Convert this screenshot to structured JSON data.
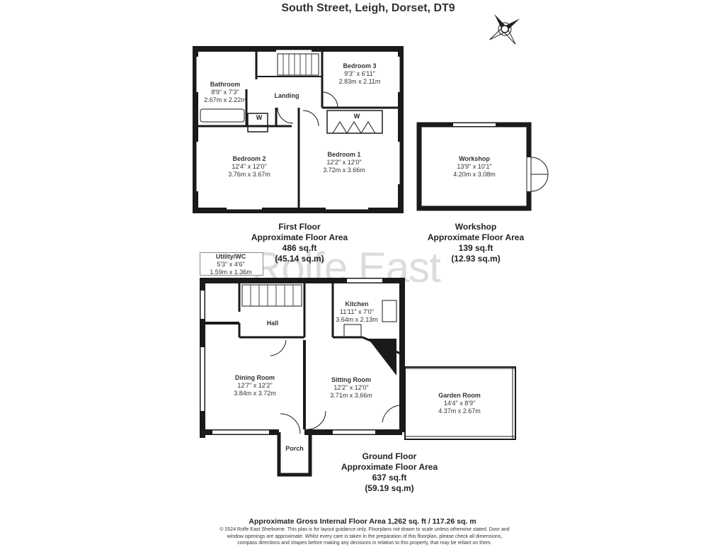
{
  "title": "South Street, Leigh, Dorset, DT9",
  "watermark": "Rolfe East",
  "rooms": {
    "bathroom": {
      "name": "Bathroom",
      "imperial": "8'9\" x 7'3\"",
      "metric": "2.67m x 2.22m"
    },
    "landing": {
      "name": "Landing"
    },
    "bedroom3": {
      "name": "Bedroom 3",
      "imperial": "9'3\" x 6'11\"",
      "metric": "2.83m x 2.11m"
    },
    "bedroom2": {
      "name": "Bedroom 2",
      "imperial": "12'4\" x 12'0\"",
      "metric": "3.76m x 3.67m"
    },
    "bedroom1": {
      "name": "Bedroom 1",
      "imperial": "12'2\" x 12'0\"",
      "metric": "3.72m x 3.66m"
    },
    "workshop": {
      "name": "Workshop",
      "imperial": "13'9\" x 10'1\"",
      "metric": "4.20m x 3.08m"
    },
    "utility": {
      "name": "Utility/WC",
      "imperial": "5'3\" x 4'6\"",
      "metric": "1.59m x 1.36m"
    },
    "hall": {
      "name": "Hall"
    },
    "kitchen": {
      "name": "Kitchen",
      "imperial": "11'11\" x 7'0\"",
      "metric": "3.64m x 2.13m"
    },
    "dining": {
      "name": "Dining Room",
      "imperial": "12'7\" x 12'2\"",
      "metric": "3.84m x 3.72m"
    },
    "sitting": {
      "name": "Sitting Room",
      "imperial": "12'2\" x 12'0\"",
      "metric": "3.71m x 3.66m"
    },
    "garden": {
      "name": "Garden Room",
      "imperial": "14'4\" x 8'9\"",
      "metric": "4.37m x 2.67m"
    },
    "porch": {
      "name": "Porch"
    }
  },
  "wardrobe_label": "W",
  "areas": {
    "first": {
      "line1": "First Floor",
      "line2": "Approximate Floor Area",
      "line3": "486 sq.ft",
      "line4": "(45.14 sq.m)"
    },
    "workshop": {
      "line1": "Workshop",
      "line2": "Approximate Floor Area",
      "line3": "139 sq.ft",
      "line4": "(12.93 sq.m)"
    },
    "ground": {
      "line1": "Ground Floor",
      "line2": "Approximate Floor Area",
      "line3": "637 sq.ft",
      "line4": "(59.19 sq.m)"
    }
  },
  "gross": "Approximate Gross Internal Floor Area 1,262 sq. ft / 117.26 sq. m",
  "disclaimer": "© 2024 Rolfe East Sherborne. This plan is for layout guidance only. Floorplans not drawn to scale unless otherwise stated. Door and window openings are approximate. Whilst every care is taken in the preparation of this floorplan, please check all dimensions, compass directions and shapes before making any decisions in relation to this property, that may be reliant on them.",
  "colors": {
    "wall": "#1a1a1a",
    "watermark": "#dcdcdc"
  }
}
